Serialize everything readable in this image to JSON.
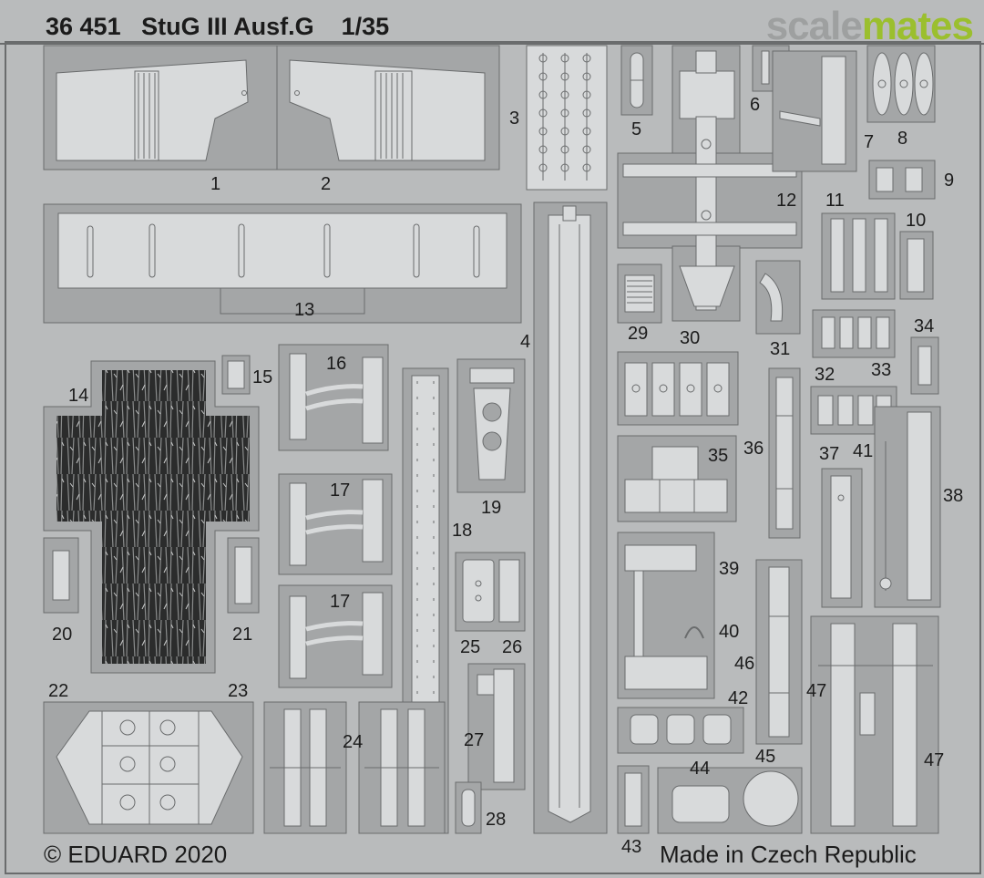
{
  "title": "36 451   StuG III Ausf.G    1/35",
  "watermark": {
    "part1": "scale",
    "part2": "mates",
    "color1": "#9ea0a0",
    "color2": "#9bbf2e"
  },
  "copyright": "© EDUARD 2020",
  "origin": "Made in Czech Republic",
  "colors": {
    "sheet": "#b9bbbc",
    "frame_panel": "#a4a6a7",
    "part_face": "#d8dadb",
    "part_line": "#6a6c6d",
    "texture_dark": "#2b2c2c"
  },
  "part_labels": {
    "p1": "1",
    "p2": "2",
    "p3": "3",
    "p4": "4",
    "p5": "5",
    "p6": "6",
    "p7": "7",
    "p8": "8",
    "p9": "9",
    "p10": "10",
    "p11": "11",
    "p12": "12",
    "p13": "13",
    "p14": "14",
    "p15": "15",
    "p16": "16",
    "p17a": "17",
    "p17b": "17",
    "p18": "18",
    "p19": "19",
    "p20": "20",
    "p21": "21",
    "p22": "22",
    "p23": "23",
    "p24": "24",
    "p25": "25",
    "p26": "26",
    "p27": "27",
    "p28": "28",
    "p29": "29",
    "p30": "30",
    "p31": "31",
    "p32": "32",
    "p33": "33",
    "p34": "34",
    "p35": "35",
    "p36": "36",
    "p37": "37",
    "p38": "38",
    "p39": "39",
    "p40": "40",
    "p41": "41",
    "p42": "42",
    "p43": "43",
    "p44": "44",
    "p45": "45",
    "p46": "46",
    "p47a": "47",
    "p47b": "47"
  }
}
